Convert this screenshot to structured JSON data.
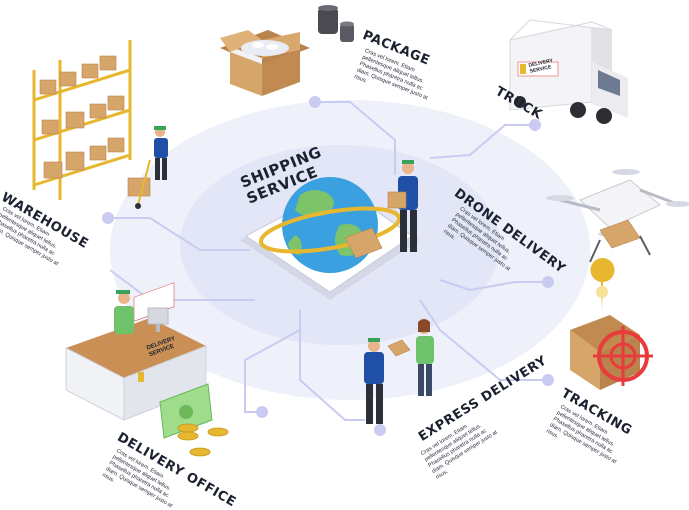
{
  "center": {
    "title_line1": "SHIPPING",
    "title_line2": "SERVICE"
  },
  "sections": {
    "package": {
      "title": "PACKAGE",
      "text": "Cras vel lorem. Etiam pellentesque aliquet tellus. Phasellus pharetra nulla ac diam. Quisque semper justo at risus."
    },
    "truck": {
      "title": "TRUCK"
    },
    "warehouse": {
      "title": "WAREHOUSE",
      "text": "Cras vel lorem. Etiam pellentesque aliquet tellus. Phasellus pharetra nulla ac diam. Quisque semper justo at risus."
    },
    "drone": {
      "title": "DRONE DELIVERY",
      "text": "Cras vel lorem. Etiam pellentesque aliquet tellus. Phasellus pharetra nulla ac diam. Quisque semper justo at risus."
    },
    "tracking": {
      "title": "TRACKING",
      "text": "Cras vel lorem. Etiam pellentesque aliquet tellus. Phasellus pharetra nulla ac diam. Quisque semper justo at risus."
    },
    "express": {
      "title": "EXPRESS DELIVERY",
      "text": "Cras vel lorem. Etiam pellentesque aliquet tellus. Phasellus pharetra nulla ac diam. Quisque semper justo at risus."
    },
    "office": {
      "title": "DELIVERY OFFICE",
      "text": "Cras vel lorem. Etiam pellentesque aliquet tellus. Phasellus pharetra nulla ac diam. Quisque semper justo at risus."
    }
  },
  "signs": {
    "truck_brand": "DELIVERY",
    "truck_sub": "SERVICE",
    "desk_brand": "DELIVERY",
    "desk_sub": "SERVICE"
  },
  "colors": {
    "accent": "#e8b730",
    "line": "#c9ccf0",
    "ellipse": "#eceef9",
    "shirt_blue": "#1f4fa6",
    "shirt_green": "#6fc36b",
    "box": "#c8955a",
    "red": "#e83b3b"
  }
}
